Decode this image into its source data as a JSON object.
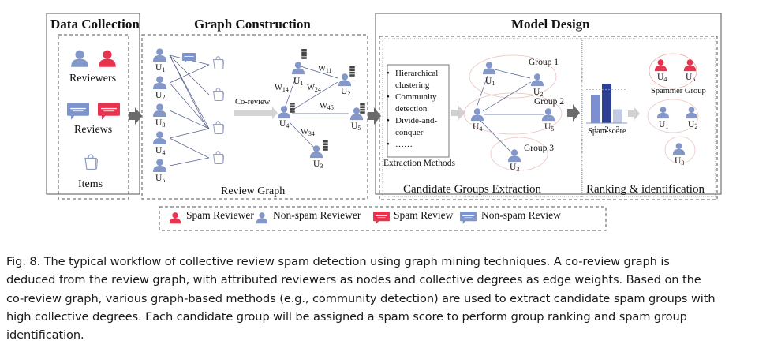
{
  "sections": {
    "data_collection": {
      "title": "Data Collection",
      "labels": {
        "reviewers": "Reviewers",
        "reviews": "Reviews",
        "items": "Items"
      }
    },
    "graph_construction": {
      "title": "Graph Construction",
      "review_graph_label": "Review Graph",
      "arrow_label": "Co-review",
      "review_graph_users": [
        "U1",
        "U2",
        "U3",
        "U4",
        "U5"
      ],
      "co_review_nodes": [
        "U1",
        "U2",
        "U4",
        "U5",
        "U3"
      ],
      "edge_weights": [
        "W11",
        "W14",
        "W24",
        "W45",
        "W34"
      ]
    },
    "model_design": {
      "title": "Model Design",
      "candidate": {
        "label": "Candidate Groups Extraction",
        "methods_caption": "Extraction Methods",
        "methods": [
          "Hierarchical clustering",
          "Community detection",
          "Divide-and-conquer",
          "……"
        ],
        "groups": [
          "Group 1",
          "Group 2",
          "Group 3"
        ],
        "nodes": [
          "U1",
          "U2",
          "U4",
          "U5",
          "U3"
        ]
      },
      "ranking": {
        "label": "Ranking & identification",
        "bar_categories": [
          "1",
          "2",
          "3"
        ],
        "bar_relative_scores": [
          0.72,
          1.0,
          0.35
        ],
        "threshold": 0.85,
        "score_label": "Spam score",
        "spammer_group_label": "Spammer Group",
        "spammer_nodes": [
          "U4",
          "U5"
        ],
        "normal_nodes": [
          "U1",
          "U2"
        ],
        "single_node": [
          "U3"
        ]
      }
    }
  },
  "legend": [
    {
      "icon": "spam-reviewer-icon",
      "label": "Spam Reviewer"
    },
    {
      "icon": "non-spam-reviewer-icon",
      "label": "Non-spam Reviewer"
    },
    {
      "icon": "spam-review-icon",
      "label": "Spam Review"
    },
    {
      "icon": "non-spam-review-icon",
      "label": "Non-spam Review"
    }
  ],
  "colors": {
    "spam": "#e8334f",
    "non_spam": "#8397c9",
    "dark_bar": "#2e3f94",
    "arrow": "#6b6b6b",
    "light_arrow": "#cfcfcf"
  },
  "caption": {
    "lines": [
      "Fig. 8.  The typical workflow of collective review spam detection using graph mining techniques. A co-review graph is",
      "deduced from the review graph, with attributed reviewers as nodes and collective degrees as edge weights. Based on the",
      "co-review graph, various graph-based methods (e.g., community detection) are used to extract candidate spam groups with",
      "high collective degrees. Each candidate group will be assigned a spam score to perform group ranking and spam group",
      "identification."
    ]
  }
}
